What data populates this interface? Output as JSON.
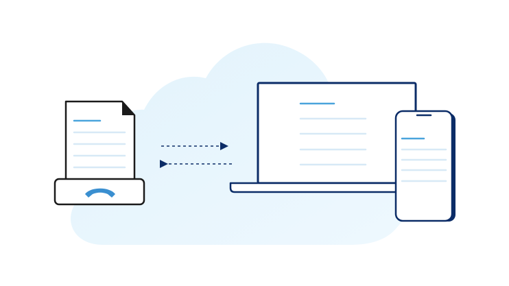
{
  "colors": {
    "background": "#ffffff",
    "cloud_light": "#e9f6fd",
    "cloud_mid": "#e6f4fc",
    "navy": "#0b2c67",
    "black": "#1a1a1a",
    "accent_blue": "#4aa4dc",
    "line_light": "#d7e9f6"
  },
  "diagram": {
    "nodes": [
      {
        "id": "fax-machine",
        "icon": "fax-machine-icon",
        "label": ""
      },
      {
        "id": "laptop",
        "icon": "laptop-icon",
        "label": ""
      },
      {
        "id": "smartphone",
        "icon": "smartphone-icon",
        "label": ""
      }
    ],
    "edges": [
      {
        "from": "fax-machine",
        "to": "laptop",
        "style": "dashed",
        "arrow": "right"
      },
      {
        "from": "laptop",
        "to": "fax-machine",
        "style": "dashed",
        "arrow": "left"
      }
    ],
    "background_icon": "cloud-icon"
  }
}
